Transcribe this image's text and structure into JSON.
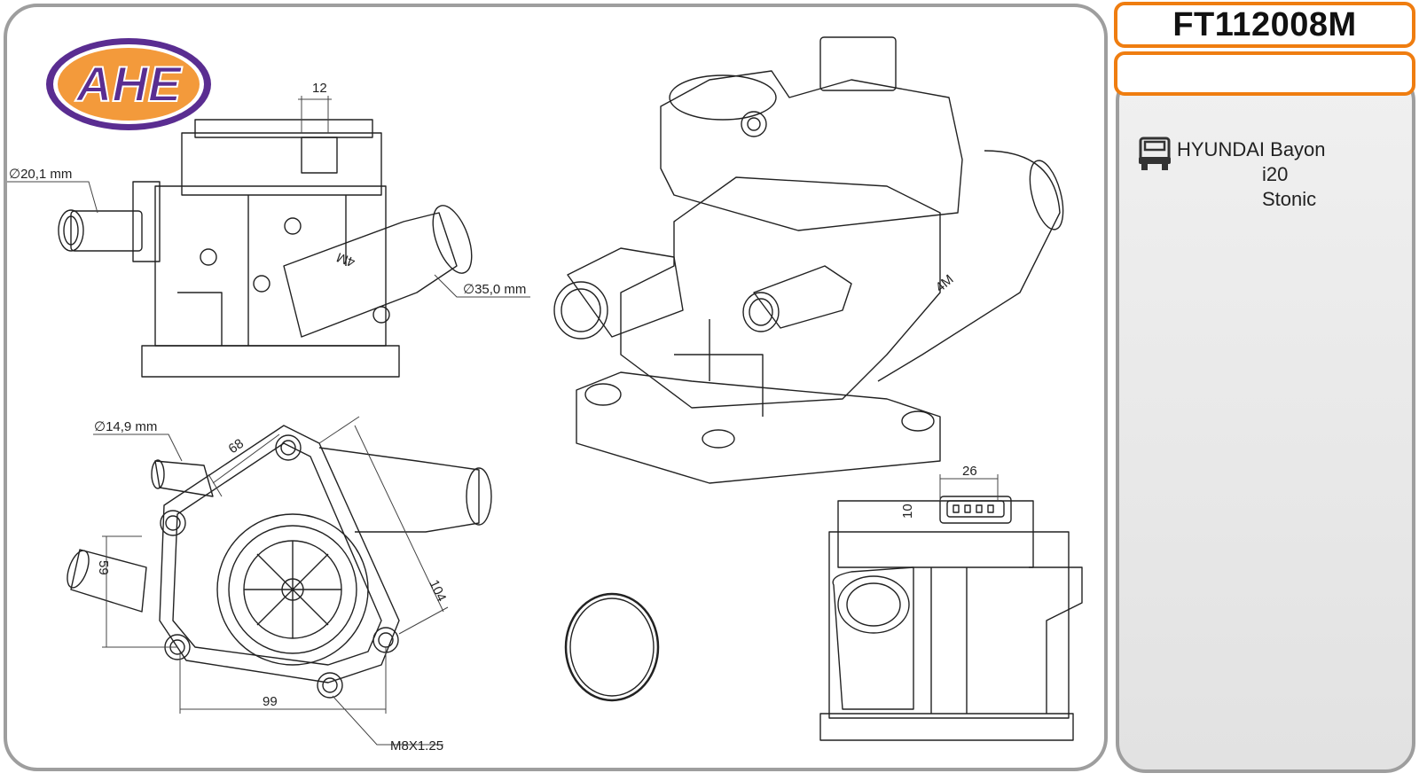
{
  "brand": {
    "logo_text": "AHE",
    "logo_color": "#5a2d91",
    "logo_fill": "#f39a3b"
  },
  "part": {
    "number": "FT112008M",
    "secondary": ""
  },
  "accent_color": "#ef7d10",
  "vehicles": {
    "icon": "car-front-icon",
    "make": "HYUNDAI",
    "models": [
      "Bayon",
      "i20",
      "Stonic"
    ]
  },
  "dimensions": {
    "top_width": "12",
    "inlet_diameter": "∅20,1 mm",
    "outlet_diameter": "∅35,0 mm",
    "small_pipe_diameter": "∅14,9 mm",
    "span_68": "68",
    "height_59": "59",
    "length_104": "104",
    "width_99": "99",
    "thread": "M8X1.25",
    "connector_width": "26",
    "connector_height": "10"
  }
}
